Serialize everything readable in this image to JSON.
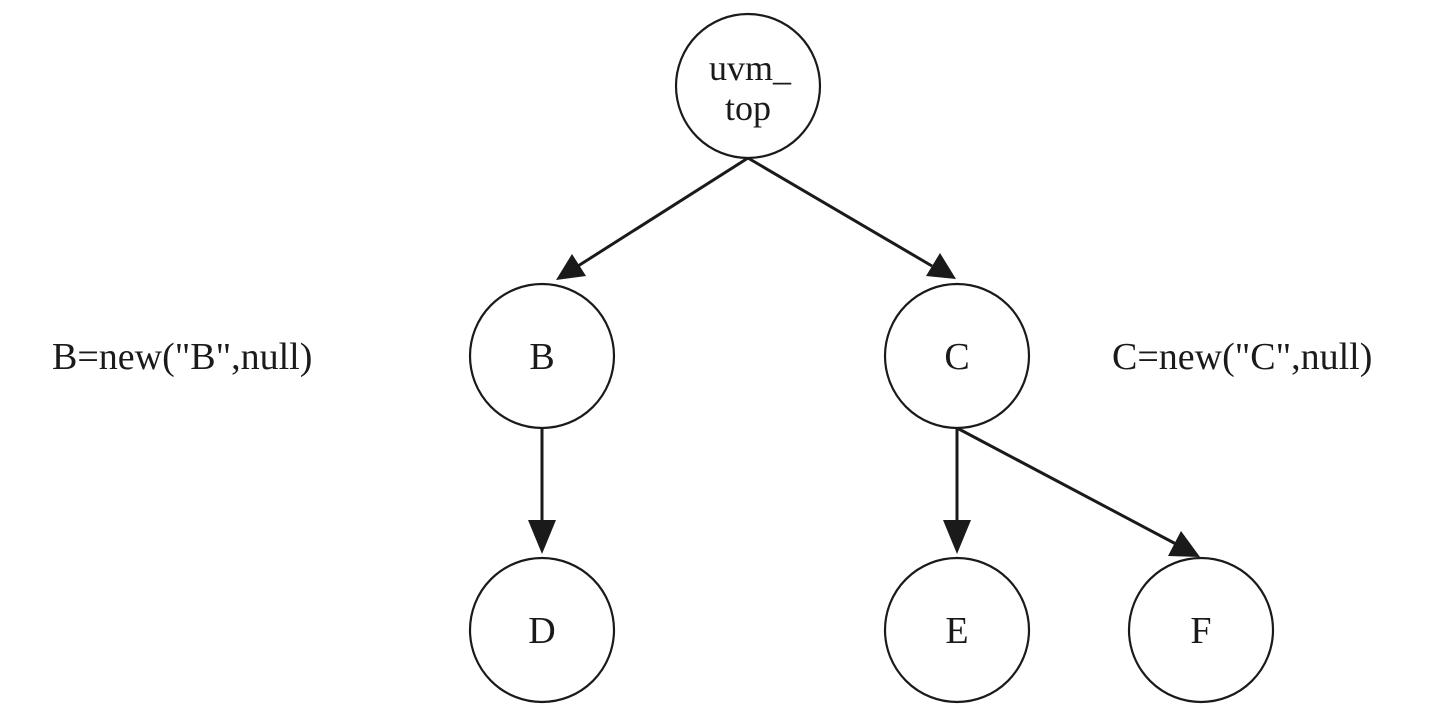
{
  "nodes": {
    "uvm_top": {
      "line1": "uvm_",
      "line2": "top"
    },
    "B": {
      "label": "B"
    },
    "C": {
      "label": "C"
    },
    "D": {
      "label": "D"
    },
    "E": {
      "label": "E"
    },
    "F": {
      "label": "F"
    }
  },
  "edges": [
    {
      "from": "uvm_top",
      "to": "B"
    },
    {
      "from": "uvm_top",
      "to": "C"
    },
    {
      "from": "B",
      "to": "D"
    },
    {
      "from": "C",
      "to": "E"
    },
    {
      "from": "C",
      "to": "F"
    }
  ],
  "annotations": {
    "B": "B=new(\"B\",null)",
    "C": "C=new(\"C\",null)"
  }
}
